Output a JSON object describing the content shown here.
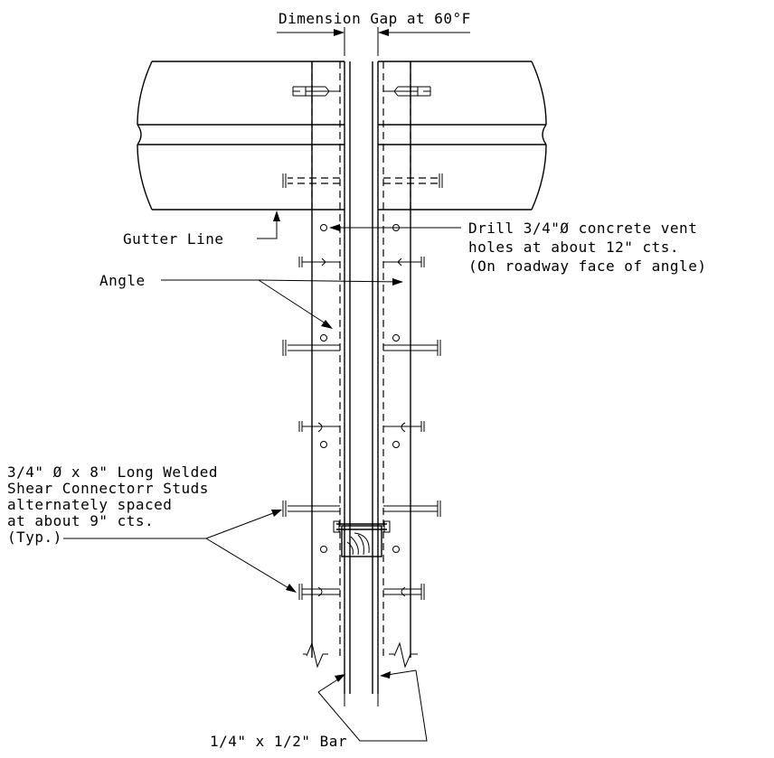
{
  "labels": {
    "dimension_gap": "Dimension Gap at 60°F",
    "gutter_line": "Gutter Line",
    "drill_note_1": "Drill 3/4\"Ø concrete vent",
    "drill_note_2": "holes at about 12\" cts.",
    "drill_note_3": "(On roadway face of angle)",
    "angle": "Angle",
    "studs_note_1": "3/4\" Ø x 8\" Long Welded",
    "studs_note_2": "Shear Connectorr Studs",
    "studs_note_3": "alternately spaced",
    "studs_note_4": "at about 9\" cts.",
    "studs_note_5": "(Typ.)",
    "bar": "1/4\" x 1/2\" Bar"
  }
}
